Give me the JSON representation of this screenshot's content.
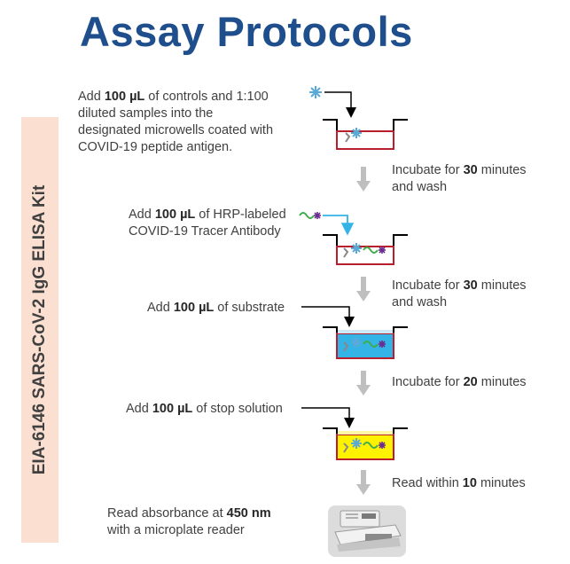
{
  "title": "Assay Protocols",
  "side_label": "EIA-6146 SARS-CoV-2 IgG ELISA Kit",
  "steps": [
    {
      "pre": "Add ",
      "amount": "100 µL",
      "l1": " of controls and 1:100",
      "l2": "diluted samples into the",
      "l3": "designated microwells coated with",
      "l4": "COVID-19 peptide antigen."
    },
    {
      "pre": "Add ",
      "amount": "100 µL",
      "l1": " of HRP-labeled",
      "l2": "COVID-19 Tracer Antibody"
    },
    {
      "pre": "Add ",
      "amount": "100 µL",
      "l1": " of substrate"
    },
    {
      "pre": "Add ",
      "amount": "100 µL",
      "l1": " of stop solution"
    },
    {
      "pre": "Read absorbance at ",
      "amount": "450 nm",
      "l2": "with a microplate reader"
    }
  ],
  "incubations": [
    {
      "pre": "Incubate for  ",
      "value": "30",
      "post": " minutes",
      "line2": "and wash"
    },
    {
      "pre": "Incubate for  ",
      "value": "30",
      "post": " minutes",
      "line2": "and wash"
    },
    {
      "pre": "Incubate for  ",
      "value": "20",
      "post": " minutes"
    },
    {
      "pre": "Read within ",
      "value": "10",
      "post": " minutes"
    }
  ],
  "colors": {
    "title": "#1f4e8c",
    "side_band": "#fbe0d2",
    "well_red": "#b81e2c",
    "substrate_blue": "#33b3e6",
    "stop_yellow": "#fff200",
    "antigen_blue": "#5aa9d6",
    "tracer_green": "#3fae49",
    "hrp_purple": "#6b2c91",
    "arrow_grey": "#bfbfbf"
  },
  "icons": [
    "antigen-icon",
    "tracer-antibody-icon",
    "microwell-icon",
    "flow-arrow-icon",
    "microplate-reader-icon"
  ]
}
